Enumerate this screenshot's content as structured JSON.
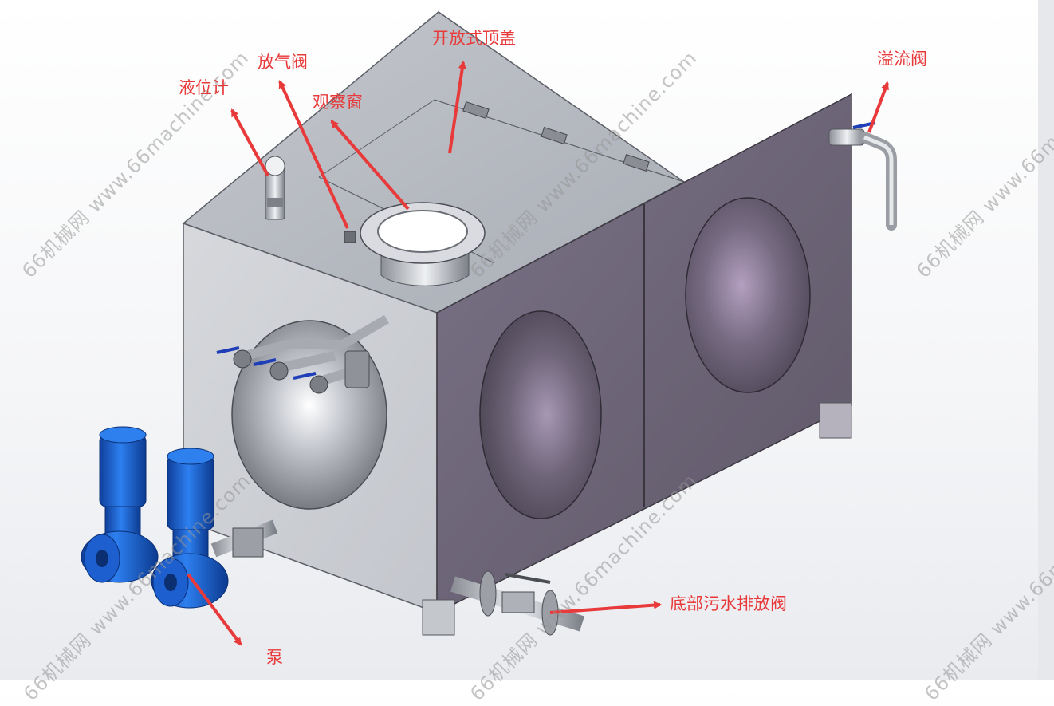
{
  "labels": {
    "open_top_cover": "开放式顶盖",
    "vent_valve": "放气阀",
    "level_gauge": "液位计",
    "observation_window": "观察窗",
    "overflow_valve": "溢流阀",
    "bottom_drain_valve": "底部污水排放阀",
    "pump": "泵"
  },
  "watermark": "66机械网 www.66machine.com",
  "colors": {
    "callout": "#e83a3a",
    "pump_blue": "#1d63d6",
    "tank_front": "#ced1d6",
    "tank_side": "#6e6578",
    "tank_top": "#b9bcc3"
  }
}
